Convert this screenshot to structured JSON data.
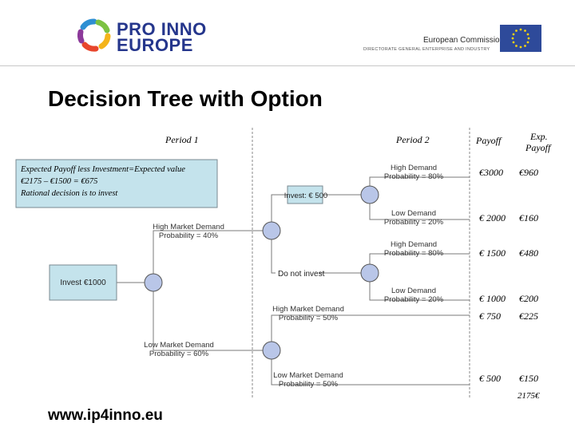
{
  "header": {
    "brand_name": "PRO INNO\nEUROPE",
    "ec_name": "European Commission",
    "ec_subtitle": "DIRECTORATE GENERAL ENTERPRISE AND INDUSTRY"
  },
  "title": "Decision Tree with Option",
  "footer_url": "www.ip4inno.eu",
  "colors": {
    "box_fill": "#c4e3ec",
    "box_border": "#7a8a91",
    "line": "#7a7a7a",
    "node_fill": "#b9c6e8",
    "brand_blue": "#25368c"
  },
  "columns": {
    "period1": "Period 1",
    "period2": "Period 2",
    "payoff": "Payoff",
    "exp_payoff": "Exp. Payoff"
  },
  "note": {
    "line1": "Expected  Payoff  less Investment=Expected value",
    "line2": "€2175 – €1500 = €675",
    "line3": "Rational decision is to invest"
  },
  "decisions": {
    "invest_1000": "Invest €1000",
    "invest_500": "Invest: € 500",
    "do_not_invest": "Do not invest"
  },
  "branches": {
    "high_market_40": [
      "High Market Demand",
      "Probability = 40%"
    ],
    "low_market_60": [
      "Low Market Demand",
      "Probability = 60%"
    ],
    "high_demand_80_top": [
      "High Demand",
      "Probability = 80%"
    ],
    "low_demand_20_top": [
      "Low Demand",
      "Probability = 20%"
    ],
    "high_demand_80_mid": [
      "High Demand",
      "Probability = 80%"
    ],
    "low_demand_20_mid": [
      "Low Demand",
      "Probability = 20%"
    ],
    "high_market_50": [
      "High Market Demand",
      "Probability = 50%"
    ],
    "low_market_50": [
      "Low Market Demand",
      "Probability = 50%"
    ]
  },
  "payoffs": [
    "€3000",
    "€ 2000",
    "€ 1500",
    "€ 1000",
    "€ 750",
    "€ 500"
  ],
  "exp_payoffs": [
    "€960",
    "€160",
    "€480",
    "€200",
    "€225",
    "€150"
  ],
  "total": "2175€"
}
